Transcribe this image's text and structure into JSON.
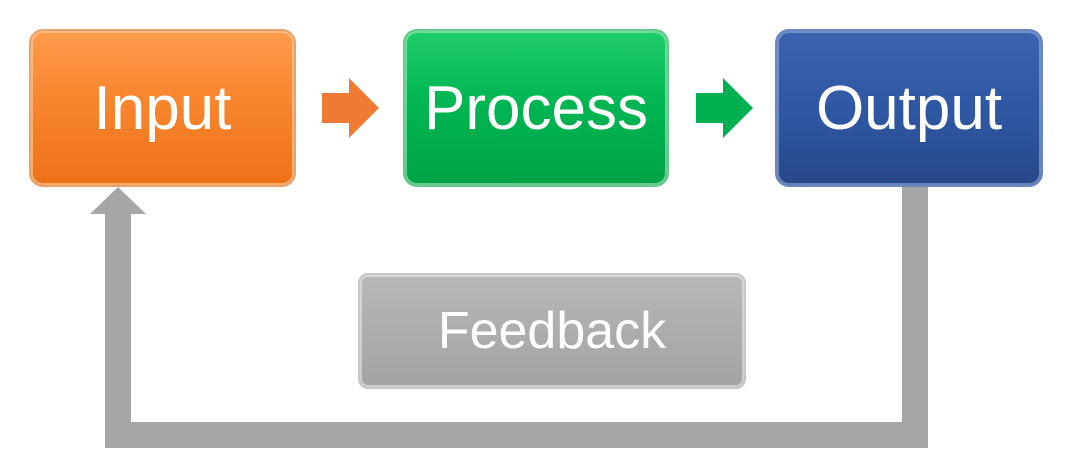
{
  "diagram": {
    "nodes": {
      "input": "Input",
      "process": "Process",
      "output": "Output",
      "feedback": "Feedback"
    },
    "colors": {
      "input": "#f47d24",
      "process": "#00b050",
      "output": "#2f5597",
      "feedback": "#adadad",
      "arrow_input_process": "#ee7a33",
      "arrow_process_output": "#00b050",
      "feedback_loop": "#a6a6a6"
    }
  }
}
